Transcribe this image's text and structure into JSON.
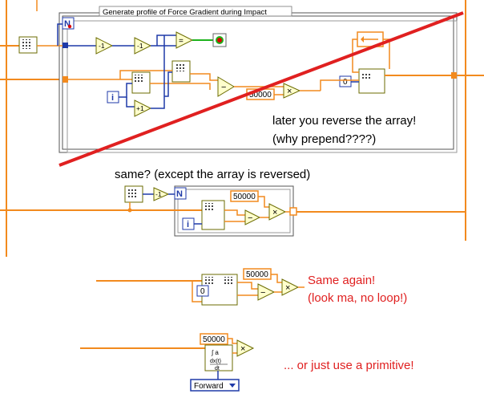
{
  "structure_label": "Generate profile of Force Gradient during Impact",
  "comments": {
    "reverse_note_line1": "later you reverse the array!",
    "reverse_note_line2": "(why prepend????)",
    "same_note": "same? (except the array is reversed)",
    "same_again_line1": "Same again!",
    "same_again_line2": "(look ma, no loop!)",
    "primitive_note": "... or just use a primitive!"
  },
  "constants": {
    "loop1_multiplier": "50000",
    "loop1_init_array": "0",
    "loop2_multiplier": "50000",
    "no_loop_multiplier": "50000",
    "no_loop_index": "0",
    "primitive_multiplier": "50000"
  },
  "terminals": {
    "count": "N",
    "iteration": "i",
    "decrement": "-1",
    "increment": "+1"
  },
  "nodes": {
    "equal": "=",
    "subtract": "−",
    "multiply": "×"
  },
  "primitive": {
    "name_top": "∫ a",
    "name_frac_num": "dx(t)",
    "name_frac_den": "dt",
    "mode": "Forward"
  },
  "colors": {
    "wire_orange": "#f28a1e",
    "wire_blue": "#1f3aa8",
    "node_yellow": "#ffffcc",
    "node_border": "#6b6b00",
    "strike_red": "#e02020",
    "annot_red": "#e02020",
    "stop_green": "#1db31d"
  }
}
